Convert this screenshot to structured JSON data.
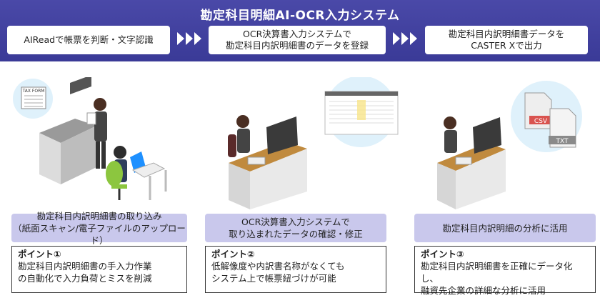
{
  "banner": {
    "title": "勘定科目明細AI-OCR入力システム",
    "steps": [
      "AIReadで帳票を判断・文字認識",
      "OCR決算書入力システムで\n勘定科目内訳明細書のデータを登録",
      "勘定科目内訳明細書データを\nCASTER Xで出力"
    ]
  },
  "illustrations": {
    "tax_form_label": "TAX FORM",
    "file_types": [
      "CSV",
      "TXT"
    ]
  },
  "columns": [
    {
      "label": "勘定科目内訳明細書の取り込み\n（紙面スキャン/電子ファイルのアップロード）",
      "point_title": "ポイント①",
      "point_text": "勘定科目内訳明細書の手入力作業\nの自動化で入力負荷とミスを削減"
    },
    {
      "label": "OCR決算書入力システムで\n取り込まれたデータの確認・修正",
      "point_title": "ポイント②",
      "point_text": "低解像度や内訳書名称がなくても\nシステム上で帳票紐づけが可能"
    },
    {
      "label": "勘定科目内訳明細の分析に活用",
      "point_title": "ポイント③",
      "point_text": "勘定科目内訳明細書を正確にデータ化し、\n融資先企業の詳細な分析に活用"
    }
  ],
  "colors": {
    "banner": "#3d3d9a",
    "label_bg": "#c9c8ec",
    "accent_red": "#d9534f"
  }
}
